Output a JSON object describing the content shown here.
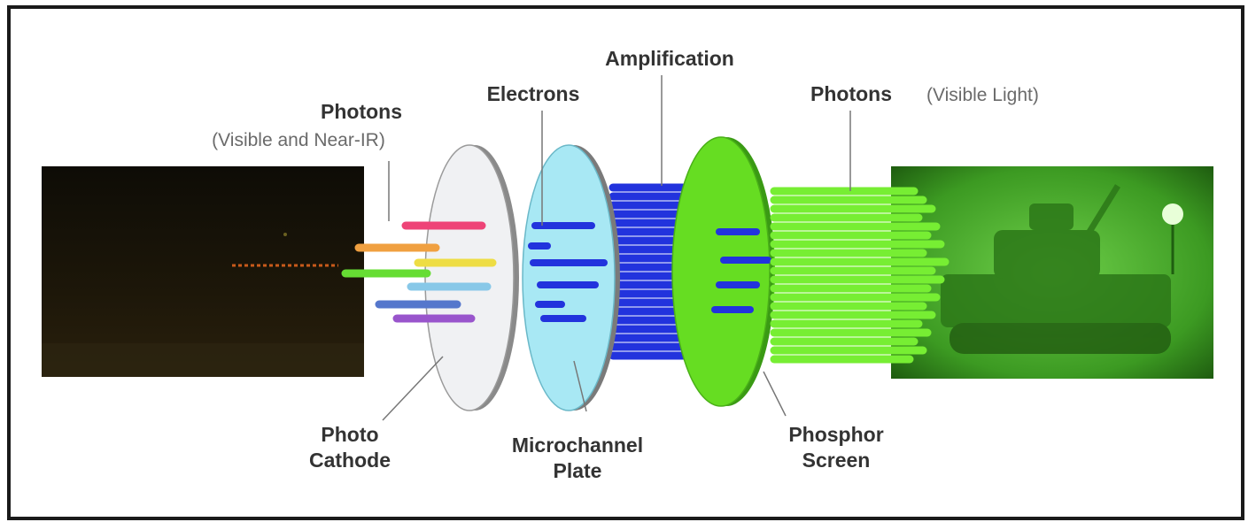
{
  "labels": {
    "photons_in": "Photons",
    "photons_in_sub": "(Visible and Near-IR)",
    "electrons": "Electrons",
    "amplification": "Amplification",
    "photons_out": "Photons",
    "photons_out_sub": "(Visible Light)",
    "photo_cathode_1": "Photo",
    "photo_cathode_2": "Cathode",
    "mcp_1": "Microchannel",
    "mcp_2": "Plate",
    "phosphor_1": "Phosphor",
    "phosphor_2": "Screen"
  },
  "colors": {
    "amplified_electrons": "#2233dd",
    "mcp_disc": "#a8e8f4",
    "phosphor_disc": "#66dd22",
    "output_photons": "#77ee33",
    "night_scene": "#1a1408",
    "green_scene": "#3aa61e"
  },
  "input_photon_colors": [
    "#ee4477",
    "#f0a040",
    "#eedd44",
    "#66dd33",
    "#88c8e8",
    "#5577cc",
    "#9955cc"
  ]
}
